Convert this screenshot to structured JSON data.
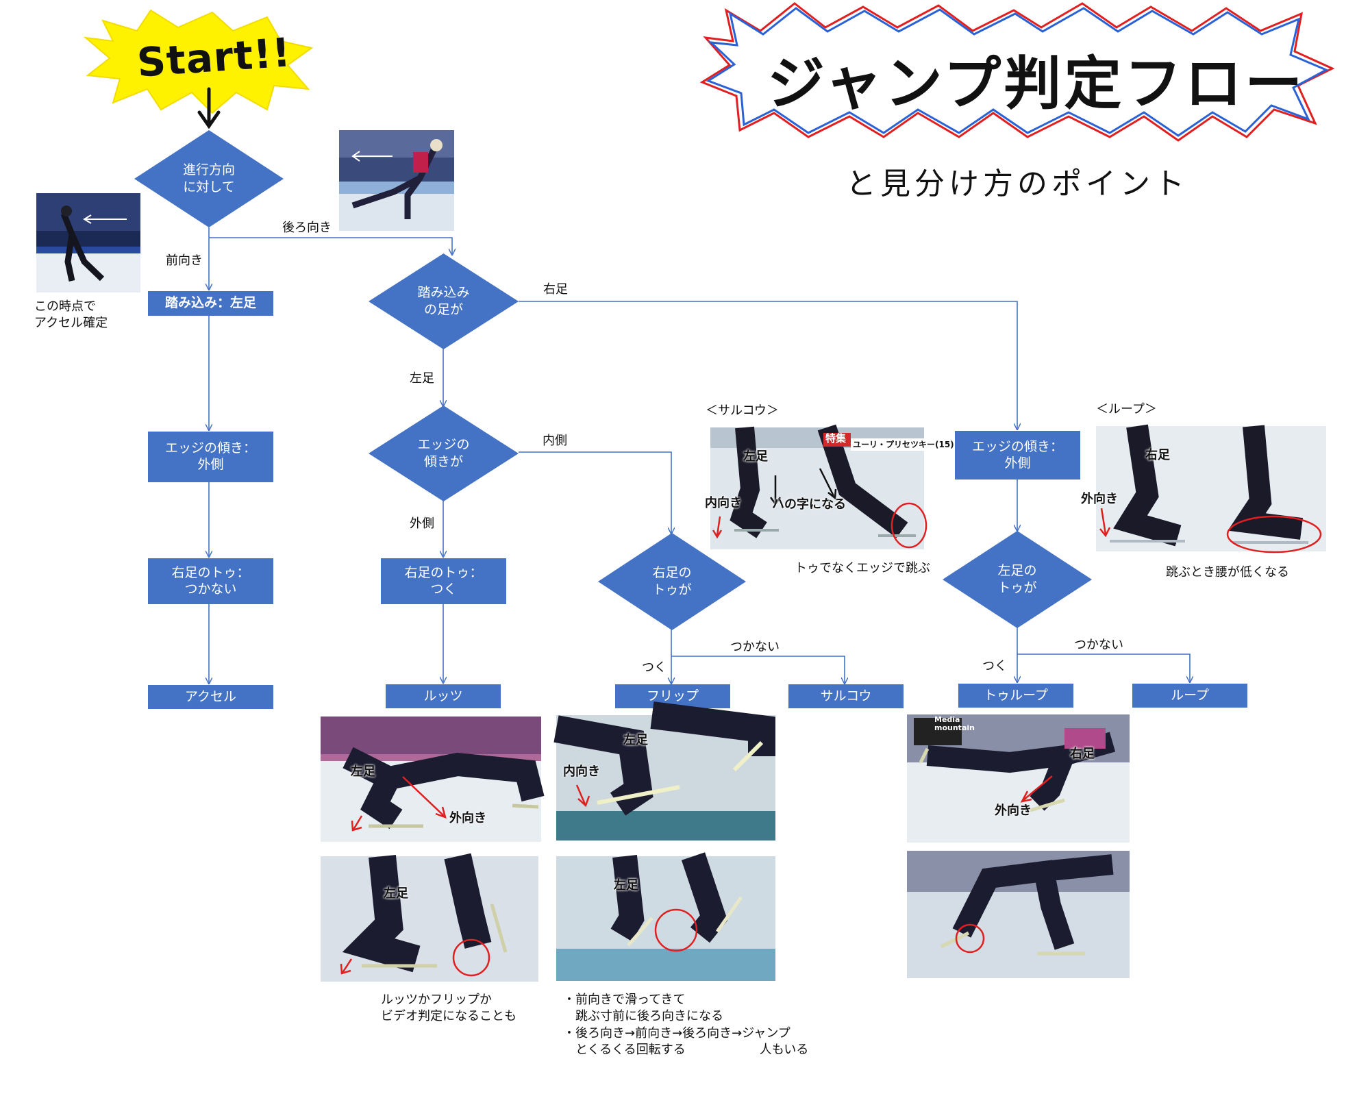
{
  "start": {
    "text": "Start!!"
  },
  "title": {
    "main": "ジャンプ判定フロー",
    "sub": "と見分け方のポイント"
  },
  "nodes": {
    "direction": "進行方向\nに対して",
    "takeoff_left": "踏み込み：左足",
    "edge_out_1": "エッジの傾き：\n外側",
    "toe_no_1": "右足のトゥ：\nつかない",
    "axel": "アクセル",
    "takeoff_foot": "踏み込み\nの足が",
    "edge_q": "エッジの\n傾きが",
    "toe_yes": "右足のトゥ：\nつく",
    "lutz": "ルッツ",
    "right_toe_q": "右足の\nトゥが",
    "flip": "フリップ",
    "salchow": "サルコウ",
    "edge_out_2": "エッジの傾き：\n外側",
    "left_toe_q": "左足の\nトゥが",
    "toe_loop": "トゥループ",
    "loop": "ループ"
  },
  "edge_labels": {
    "backward": "後ろ向き",
    "forward": "前向き",
    "right_foot": "右足",
    "left_foot": "左足",
    "inside": "内側",
    "outside": "外側",
    "touch_1": "つく",
    "no_touch_1": "つかない",
    "touch_2": "つく",
    "no_touch_2": "つかない"
  },
  "notes": {
    "axel_confirm": "この時点で\nアクセル確定",
    "salchow_head": "＜サルコウ＞",
    "salchow_tip": "トゥでなくエッジで跳ぶ",
    "loop_head": "＜ループ＞",
    "loop_tip": "跳ぶとき腰が低くなる",
    "lutz_tip": "ルッツかフリップか\nビデオ判定になることも",
    "flip_tip": "・前向きで滑ってきて\n　跳ぶ寸前に後ろ向きになる\n・後ろ向き→前向き→後ろ向き→ジャンプ\n　とくるくる回転する　　　　　　人もいる"
  },
  "photo_labels": {
    "salchow_left": "左足",
    "salchow_inward": "内向き",
    "salchow_ha": "ハの字になる",
    "salchow_banner": "特集",
    "salchow_ticker": "ユーリ・プリセツキー(15)",
    "loop_right": "右足",
    "loop_outward": "外向き",
    "lutz1_left": "左足",
    "lutz1_outward": "外向き",
    "lutz2_left": "左足",
    "flip1_left": "左足",
    "flip1_inward": "内向き",
    "flip2_left": "左足",
    "toeloop_right": "右足",
    "toeloop_outward": "外向き",
    "toeloop_sign": "Media\nmountain"
  },
  "colors": {
    "node": "#4472c4",
    "line": "#4472c4",
    "start_burst": "#fff200",
    "arrow_red": "#e02020"
  }
}
